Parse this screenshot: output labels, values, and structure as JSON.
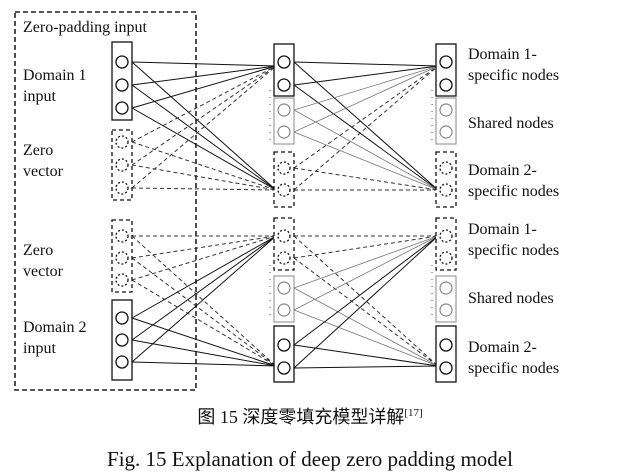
{
  "zero_padding_label": "Zero-padding input",
  "inputs": {
    "domain1_input": "Domain 1\ninput",
    "zero_vector_top": "Zero\nvector",
    "zero_vector_bottom": "Zero\nvector",
    "domain2_input": "Domain 2\ninput"
  },
  "outputs_top": {
    "domain1_specific": "Domain 1-\nspecific nodes",
    "shared": "Shared nodes",
    "domain2_specific": "Domain 2-\nspecific nodes"
  },
  "outputs_bottom": {
    "domain1_specific": "Domain 1-\nspecific nodes",
    "shared": "Shared nodes",
    "domain2_specific": "Domain 2-\nspecific nodes"
  },
  "caption": {
    "cn_main": "图 15   深度零填充模型详解",
    "cn_ref": "[17]",
    "en": "Fig. 15   Explanation of deep zero padding model"
  },
  "colors": {
    "ink": "#111111",
    "dashed": "#333333",
    "light": "#777777"
  }
}
